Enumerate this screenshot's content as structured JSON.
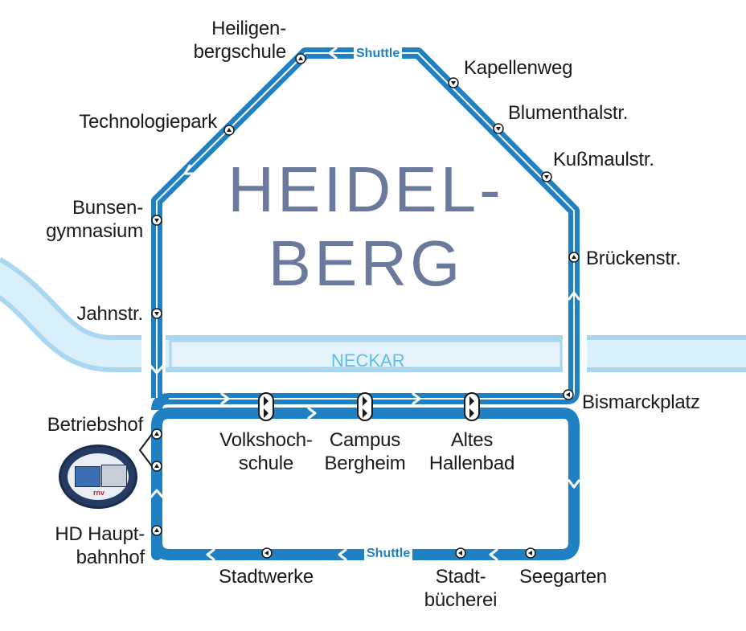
{
  "map": {
    "city_title_line1": "HEIDEL-",
    "city_title_line2": "BERG",
    "river_name": "NECKAR",
    "shuttle_label_top": "Shuttle",
    "shuttle_label_bottom": "Shuttle",
    "colors": {
      "route": "#1f80c4",
      "river": "#cfe9f8",
      "river_edge": "#a9d7f2",
      "city_text": "#6b7a9c",
      "river_text": "#5fbde6"
    },
    "stops": {
      "heiligenbergschule": "Heiligen-\nbergschule",
      "technologiepark": "Technologiepark",
      "bunsengymnasium": "Bunsen-\ngymnasium",
      "jahnstr": "Jahnstr.",
      "kapellenweg": "Kapellenweg",
      "blumenthalstr": "Blumenthalstr.",
      "kussmaulstr": "Kußmaulstr.",
      "brueckenstr": "Brückenstr.",
      "bismarckplatz": "Bismarckplatz",
      "betriebshof": "Betriebshof",
      "volkshochschule": "Volkshoch-\nschule",
      "campus_bergheim": "Campus\nBergheim",
      "altes_hallenbad": "Altes\nHallenbad",
      "hd_hauptbahnhof": "HD Haupt-\nbahnhof",
      "stadtwerke": "Stadtwerke",
      "stadtbuecherei": "Stadt-\nbücherei",
      "seegarten": "Seegarten"
    },
    "depot_logo_icon": "historic-tram-anniversary-logo-icon"
  }
}
